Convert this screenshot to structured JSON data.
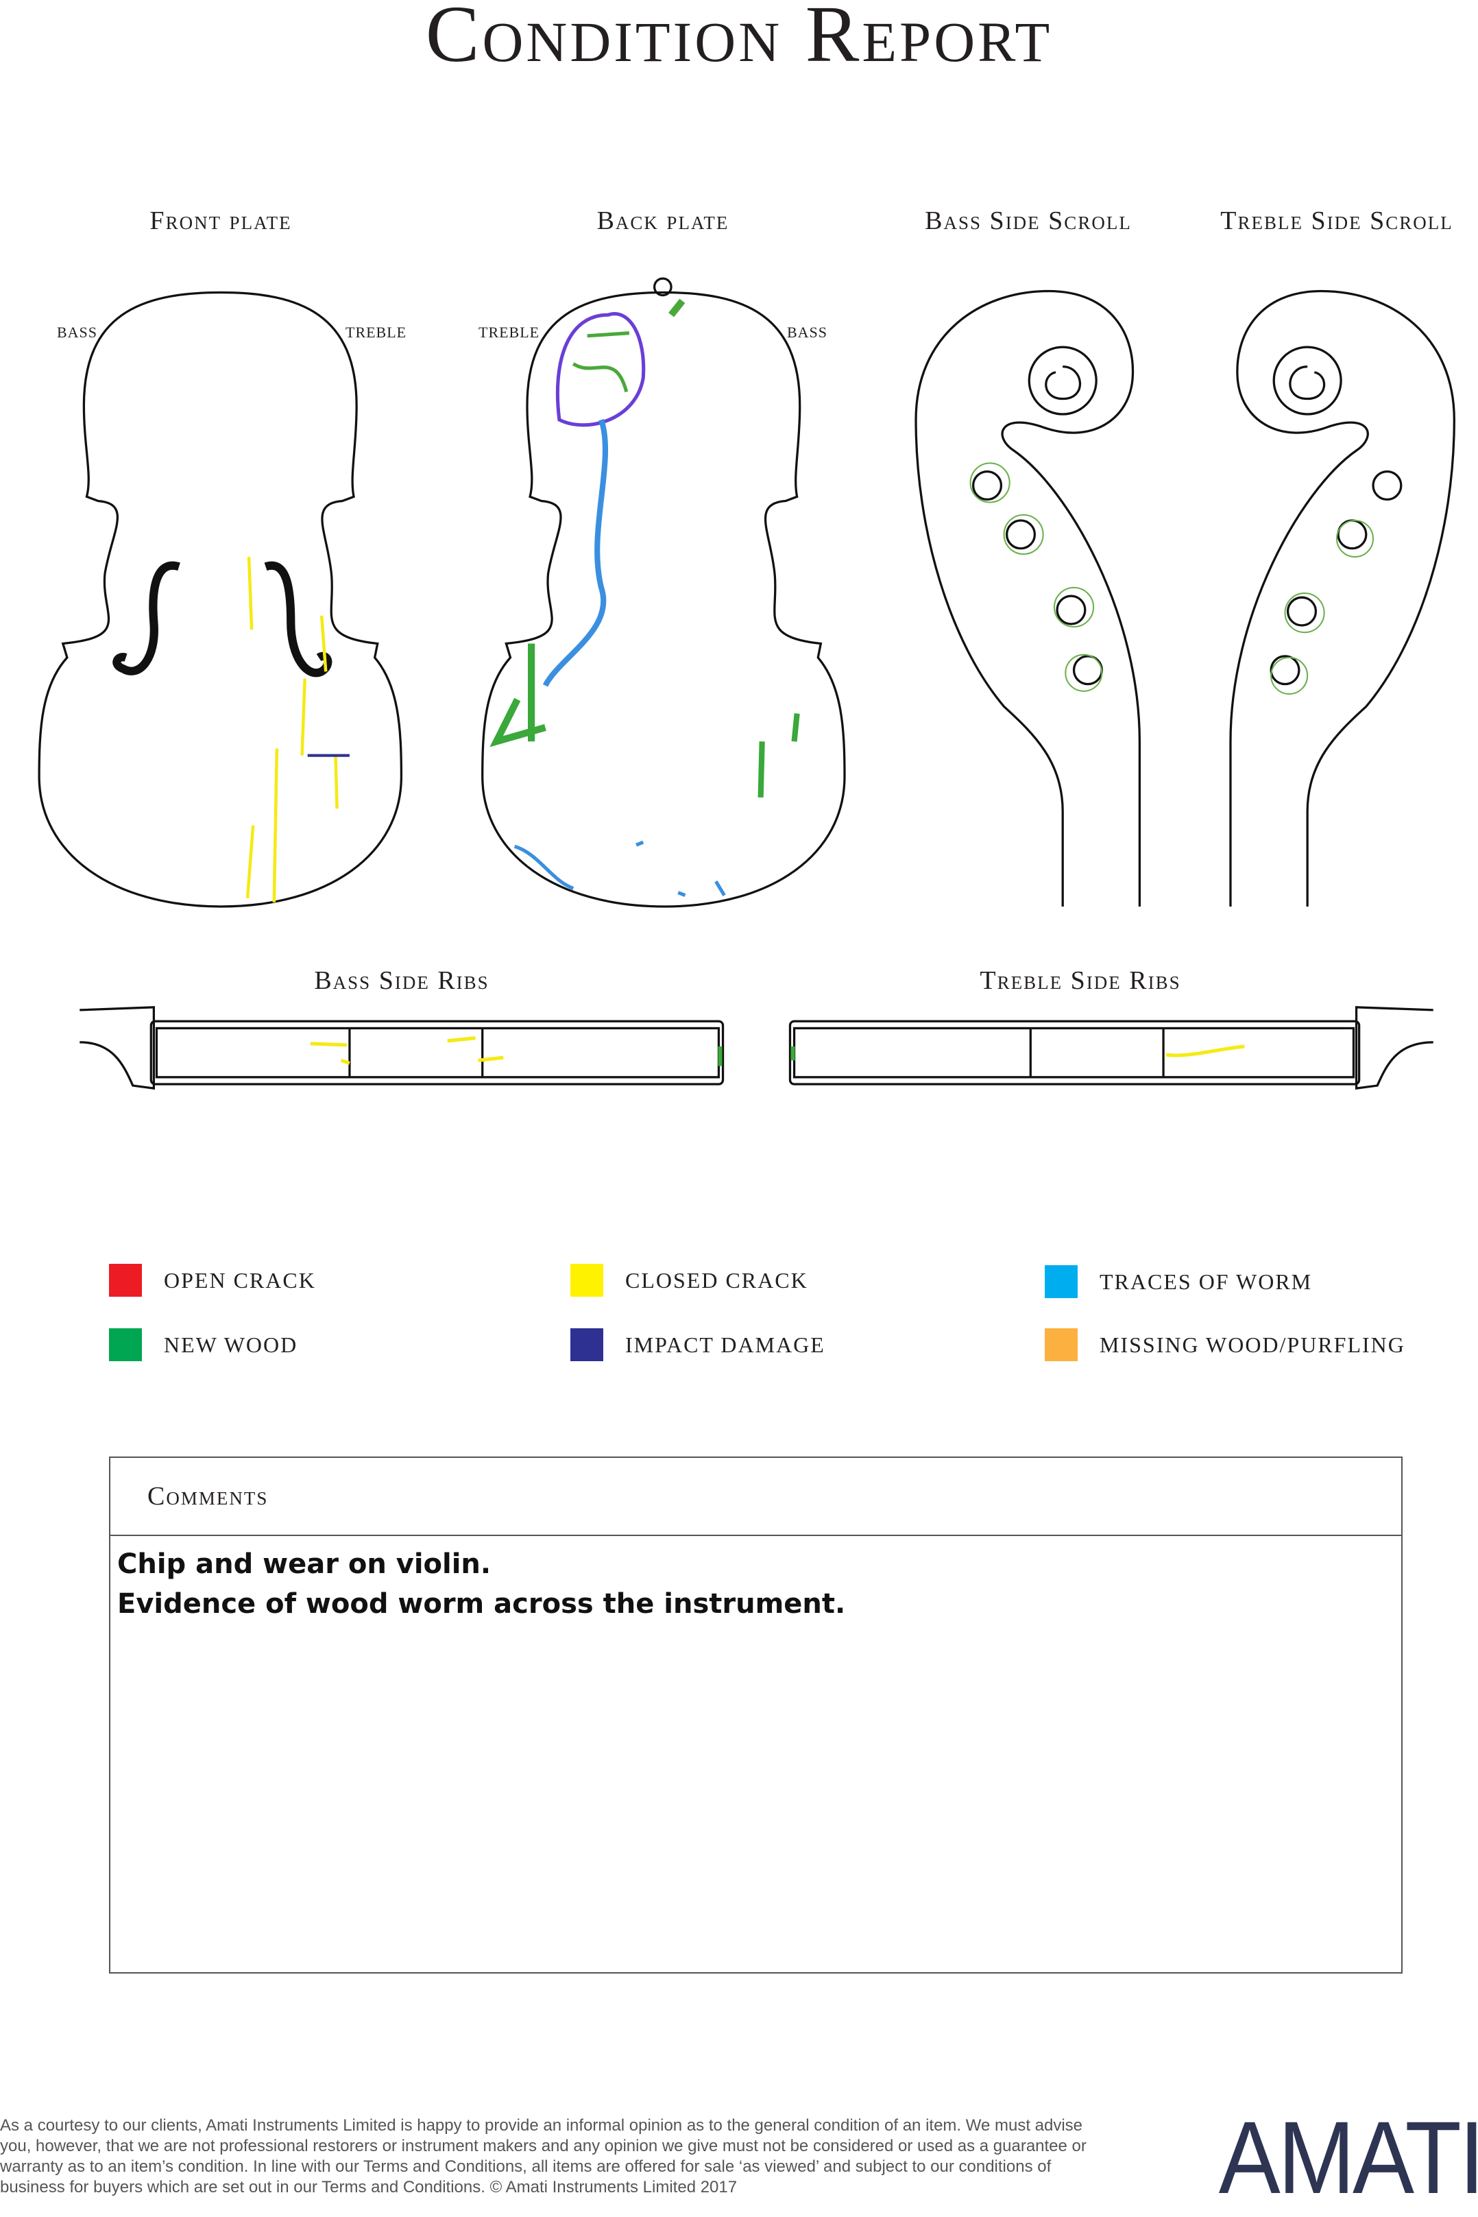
{
  "title": "Condition Report",
  "views": {
    "front_plate": {
      "label": "Front plate",
      "left_side": "Bass",
      "right_side": "Treble"
    },
    "back_plate": {
      "label": "Back plate",
      "left_side": "Treble",
      "right_side": "Bass"
    },
    "bass_side_scroll": {
      "label": "Bass Side Scroll"
    },
    "treble_side_scroll": {
      "label": "Treble Side Scroll"
    },
    "bass_side_ribs": {
      "label": "Bass Side Ribs"
    },
    "treble_side_ribs": {
      "label": "Treble Side Ribs"
    }
  },
  "legend": [
    {
      "label": "Open crack",
      "color": "#ed1c24"
    },
    {
      "label": "Closed crack",
      "color": "#fff200"
    },
    {
      "label": "Traces of worm",
      "color": "#00aeef"
    },
    {
      "label": "New wood",
      "color": "#00a651"
    },
    {
      "label": "Impact damage",
      "color": "#2e3192"
    },
    {
      "label": "Missing wood/purfling",
      "color": "#fbb040"
    }
  ],
  "comments": {
    "heading": "Comments",
    "lines": [
      "Chip and wear on violin.",
      "Evidence of wood worm across the instrument."
    ]
  },
  "footer": {
    "disclaimer": "As a courtesy to our clients, Amati Instruments Limited is happy to provide an informal opinion as to the general condition of an item. We must advise you, however, that we are not professional restorers or instrument makers and any opinion we give must not be considered or used as a guarantee or warranty as to an item’s condition. In line with our Terms and Conditions, all items are offered for sale ‘as viewed’ and subject to our conditions of business for buyers which are set out in our Terms and Conditions. © Amati Instruments Limited 2017",
    "logo": "AMATI"
  }
}
